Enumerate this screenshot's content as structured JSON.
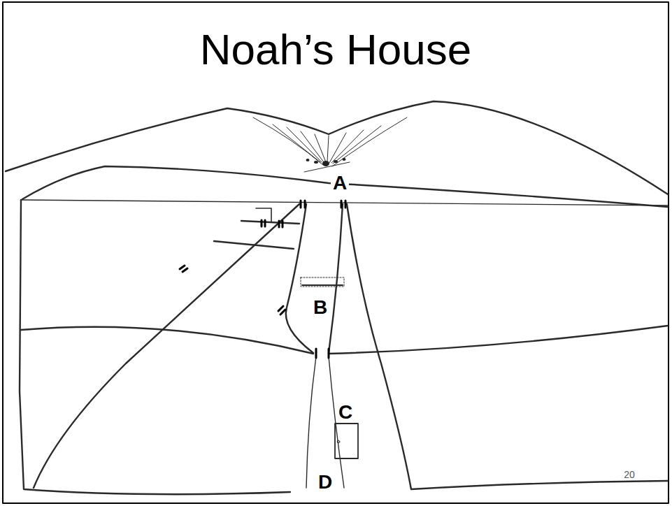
{
  "diagram": {
    "title": "Noah’s House",
    "labels": [
      "A",
      "B",
      "C",
      "D",
      "20"
    ]
  }
}
